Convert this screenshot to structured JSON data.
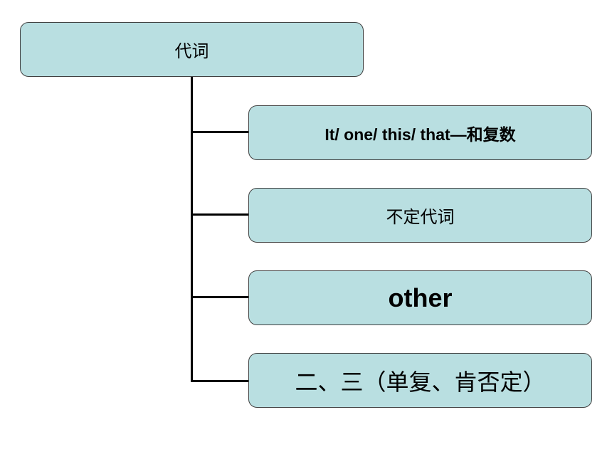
{
  "root": {
    "label": "代词"
  },
  "children": [
    {
      "label": "It/ one/ this/ that—和复数"
    },
    {
      "label": "不定代词"
    },
    {
      "label": "other"
    },
    {
      "label": "二、三（单复、肯否定）"
    }
  ],
  "colors": {
    "box_fill": "#b9dfe1",
    "box_border": "#404040",
    "connector": "#000000"
  }
}
